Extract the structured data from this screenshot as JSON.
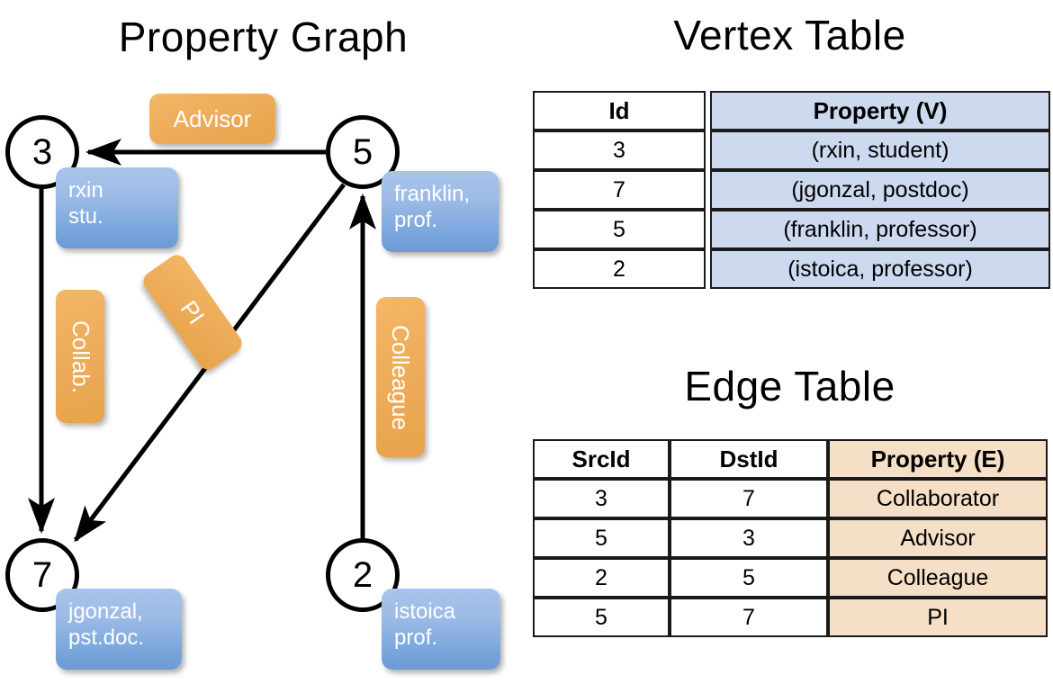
{
  "titles": {
    "property_graph": "Property Graph",
    "vertex_table": "Vertex Table",
    "edge_table": "Edge Table"
  },
  "graph": {
    "nodes": [
      {
        "id": "3",
        "property": "rxin\nstu."
      },
      {
        "id": "5",
        "property": "franklin,\nprof."
      },
      {
        "id": "7",
        "property": "jgonzal,\npst.doc."
      },
      {
        "id": "2",
        "property": "istoica\nprof."
      }
    ],
    "node_labels": {
      "n3": "3",
      "n5": "5",
      "n7": "7",
      "n2": "2"
    },
    "node_props": {
      "p3_line1": "rxin",
      "p3_line2": "stu.",
      "p5_line1": "franklin,",
      "p5_line2": "prof.",
      "p7_line1": "jgonzal,",
      "p7_line2": "pst.doc.",
      "p2_line1": "istoica",
      "p2_line2": "prof."
    },
    "edge_labels": {
      "advisor": "Advisor",
      "collab": "Collab.",
      "pi": "PI",
      "colleague": "Colleague"
    },
    "edges": [
      {
        "from": "5",
        "to": "3",
        "label": "Advisor"
      },
      {
        "from": "3",
        "to": "7",
        "label": "Collab."
      },
      {
        "from": "5",
        "to": "7",
        "label": "PI"
      },
      {
        "from": "2",
        "to": "5",
        "label": "Colleague"
      }
    ]
  },
  "vertex_table": {
    "headers": [
      "Id",
      "Property (V)"
    ],
    "rows": [
      {
        "id": "3",
        "property": "(rxin, student)"
      },
      {
        "id": "7",
        "property": "(jgonzal, postdoc)"
      },
      {
        "id": "5",
        "property": "(franklin, professor)"
      },
      {
        "id": "2",
        "property": "(istoica, professor)"
      }
    ]
  },
  "edge_table": {
    "headers": [
      "SrcId",
      "DstId",
      "Property (E)"
    ],
    "rows": [
      {
        "src": "3",
        "dst": "7",
        "property": "Collaborator"
      },
      {
        "src": "5",
        "dst": "3",
        "property": "Advisor"
      },
      {
        "src": "2",
        "dst": "5",
        "property": "Colleague"
      },
      {
        "src": "5",
        "dst": "7",
        "property": "PI"
      }
    ]
  },
  "colors": {
    "vertex_property_fill": "#ccd9ef",
    "edge_property_fill": "#f5dfc6",
    "node_box_blue": "#7ba7dd",
    "edge_label_orange": "#eeae5c",
    "stroke": "#000000",
    "background": "#ffffff"
  }
}
